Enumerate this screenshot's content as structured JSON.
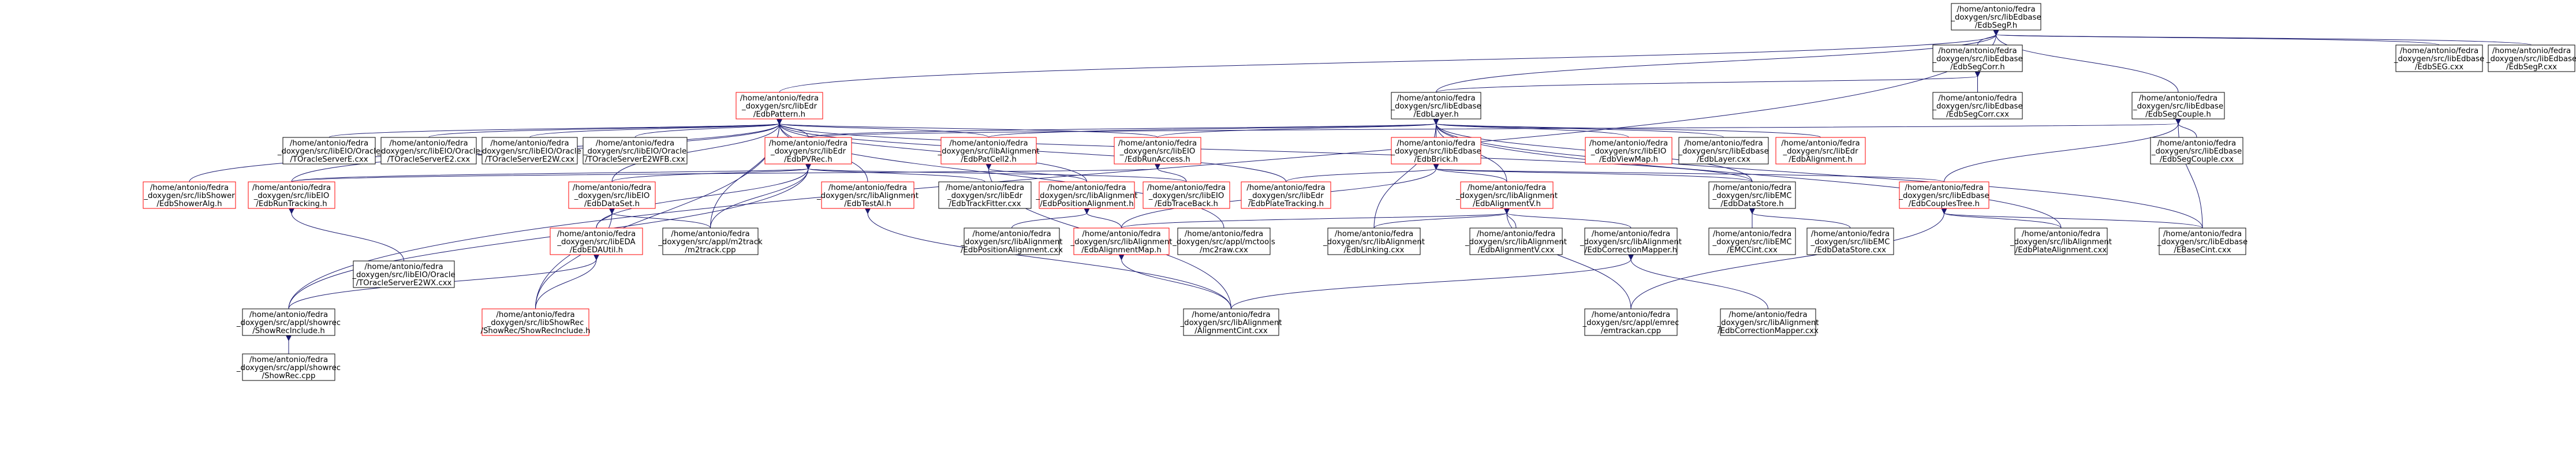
{
  "colors": {
    "edge": "#191970",
    "node_border_normal": "#000000",
    "node_border_truncated": "#ff0000",
    "node_fill_root": "#bfbfbf",
    "node_fill": "#ffffff"
  },
  "nodes": [
    {
      "id": "root",
      "lines": [
        "/home/antonio/fedra",
        "_doxygen/src/libEdbase",
        "/EdbSegP.h"
      ],
      "style": "root"
    },
    {
      "id": "segcorr_h",
      "lines": [
        "/home/antonio/fedra",
        "_doxygen/src/libEdbase",
        "/EdbSegCorr.h"
      ],
      "style": "normal"
    },
    {
      "id": "segcorr_cxx",
      "lines": [
        "/home/antonio/fedra",
        "_doxygen/src/libEdbase",
        "/EdbSegCorr.cxx"
      ],
      "style": "normal"
    },
    {
      "id": "segcouple_h",
      "lines": [
        "/home/antonio/fedra",
        "_doxygen/src/libEdbase",
        "/EdbSegCouple.h"
      ],
      "style": "normal"
    },
    {
      "id": "segcouple_cxx",
      "lines": [
        "/home/antonio/fedra",
        "_doxygen/src/libEdbase",
        "/EdbSegCouple.cxx"
      ],
      "style": "normal"
    },
    {
      "id": "edbseg_cxx",
      "lines": [
        "/home/antonio/fedra",
        "_doxygen/src/libEdbase",
        "/EdbSEG.cxx"
      ],
      "style": "normal"
    },
    {
      "id": "edbsegp_cxx",
      "lines": [
        "/home/antonio/fedra",
        "_doxygen/src/libEdbase",
        "/EdbSegP.cxx"
      ],
      "style": "normal"
    },
    {
      "id": "pattern_h",
      "lines": [
        "/home/antonio/fedra",
        "_doxygen/src/libEdr",
        "/EdbPattern.h"
      ],
      "style": "truncated"
    },
    {
      "id": "layer_h",
      "lines": [
        "/home/antonio/fedra",
        "_doxygen/src/libEdbase",
        "/EdbLayer.h"
      ],
      "style": "normal"
    },
    {
      "id": "oracle_e",
      "lines": [
        "/home/antonio/fedra",
        "_doxygen/src/libEIO/Oracle",
        "/TOracleServerE.cxx"
      ],
      "style": "normal"
    },
    {
      "id": "oracle_e2",
      "lines": [
        "/home/antonio/fedra",
        "_doxygen/src/libEIO/Oracle",
        "/TOracleServerE2.cxx"
      ],
      "style": "normal"
    },
    {
      "id": "oracle_e2w",
      "lines": [
        "/home/antonio/fedra",
        "_doxygen/src/libEIO/Oracle",
        "/TOracleServerE2W.cxx"
      ],
      "style": "normal"
    },
    {
      "id": "oracle_e2wfb",
      "lines": [
        "/home/antonio/fedra",
        "_doxygen/src/libEIO/Oracle",
        "/TOracleServerE2WFB.cxx"
      ],
      "style": "normal"
    },
    {
      "id": "pvrec_h",
      "lines": [
        "/home/antonio/fedra",
        "_doxygen/src/libEdr",
        "/EdbPVRec.h"
      ],
      "style": "truncated"
    },
    {
      "id": "edbpatcell2",
      "lines": [
        "/home/antonio/fedra",
        "_doxygen/src/libAlignment",
        "/EdbPatCell2.h"
      ],
      "style": "truncated"
    },
    {
      "id": "runaccess_h",
      "lines": [
        "/home/antonio/fedra",
        "_doxygen/src/libEIO",
        "/EdbRunAccess.h"
      ],
      "style": "truncated"
    },
    {
      "id": "brick_h",
      "lines": [
        "/home/antonio/fedra",
        "_doxygen/src/libEdbase",
        "/EdbBrick.h"
      ],
      "style": "truncated"
    },
    {
      "id": "viewmap_h",
      "lines": [
        "/home/antonio/fedra",
        "_doxygen/src/libEIO",
        "/EdbViewMap.h"
      ],
      "style": "truncated"
    },
    {
      "id": "layer_cxx",
      "lines": [
        "/home/antonio/fedra",
        "_doxygen/src/libEdbase",
        "/EdbLayer.cxx"
      ],
      "style": "normal"
    },
    {
      "id": "edbalignment_h",
      "lines": [
        "/home/antonio/fedra",
        "_doxygen/src/libEdr",
        "/EdbAlignment.h"
      ],
      "style": "truncated"
    },
    {
      "id": "showeralg_h",
      "lines": [
        "/home/antonio/fedra",
        "_doxygen/src/libShower",
        "/EdbShowerAlg.h"
      ],
      "style": "truncated"
    },
    {
      "id": "runtracking_h",
      "lines": [
        "/home/antonio/fedra",
        "_doxygen/src/libEIO",
        "/EdbRunTracking.h"
      ],
      "style": "truncated"
    },
    {
      "id": "dataset_h",
      "lines": [
        "/home/antonio/fedra",
        "_doxygen/src/libEIO",
        "/EdbDataSet.h"
      ],
      "style": "truncated"
    },
    {
      "id": "testal_h",
      "lines": [
        "/home/antonio/fedra",
        "_doxygen/src/libAlignment",
        "/EdbTestAl.h"
      ],
      "style": "truncated"
    },
    {
      "id": "trackfitter",
      "lines": [
        "/home/antonio/fedra",
        "_doxygen/src/libEdr",
        "/EdbTrackFitter.cxx"
      ],
      "style": "normal"
    },
    {
      "id": "positionalign_h",
      "lines": [
        "/home/antonio/fedra",
        "_doxygen/src/libAlignment",
        "/EdbPositionAlignment.h"
      ],
      "style": "truncated"
    },
    {
      "id": "traceback_h",
      "lines": [
        "/home/antonio/fedra",
        "_doxygen/src/libEIO",
        "/EdbTraceBack.h"
      ],
      "style": "truncated"
    },
    {
      "id": "platetracking_h",
      "lines": [
        "/home/antonio/fedra",
        "_doxygen/src/libEdr",
        "/EdbPlateTracking.h"
      ],
      "style": "truncated"
    },
    {
      "id": "alignmentv_h",
      "lines": [
        "/home/antonio/fedra",
        "_doxygen/src/libAlignment",
        "/EdbAlignmentV.h"
      ],
      "style": "truncated"
    },
    {
      "id": "datastore_h",
      "lines": [
        "/home/antonio/fedra",
        "_doxygen/src/libEMC",
        "/EdbDataStore.h"
      ],
      "style": "normal"
    },
    {
      "id": "couplestree_h",
      "lines": [
        "/home/antonio/fedra",
        "_doxygen/src/libEdbase",
        "/EdbCouplesTree.h"
      ],
      "style": "truncated"
    },
    {
      "id": "edbautil_h",
      "lines": [
        "/home/antonio/fedra",
        "_doxygen/src/libEDA",
        "/EdbEDAUtil.h"
      ],
      "style": "truncated"
    },
    {
      "id": "m2track",
      "lines": [
        "/home/antonio/fedra",
        "_doxygen/src/appl/m2track",
        "/m2track.cpp"
      ],
      "style": "normal"
    },
    {
      "id": "positionalign_cxx",
      "lines": [
        "/home/antonio/fedra",
        "_doxygen/src/libAlignment",
        "/EdbPositionAlignment.cxx"
      ],
      "style": "normal"
    },
    {
      "id": "alignmentmap_h",
      "lines": [
        "/home/antonio/fedra",
        "_doxygen/src/libAlignment",
        "/EdbAlignmentMap.h"
      ],
      "style": "truncated"
    },
    {
      "id": "mc2raw",
      "lines": [
        "/home/antonio/fedra",
        "_doxygen/src/appl/mctools",
        "/mc2raw.cxx"
      ],
      "style": "normal"
    },
    {
      "id": "edblinking",
      "lines": [
        "/home/antonio/fedra",
        "_doxygen/src/libAlignment",
        "/EdbLinking.cxx"
      ],
      "style": "normal"
    },
    {
      "id": "alignmentv_cxx",
      "lines": [
        "/home/antonio/fedra",
        "_doxygen/src/libAlignment",
        "/EdbAlignmentV.cxx"
      ],
      "style": "normal"
    },
    {
      "id": "corrmapper_h",
      "lines": [
        "/home/antonio/fedra",
        "_doxygen/src/libAlignment",
        "/EdbCorrectionMapper.h"
      ],
      "style": "normal"
    },
    {
      "id": "emccint",
      "lines": [
        "/home/antonio/fedra",
        "_doxygen/src/libEMC",
        "/EMCCint.cxx"
      ],
      "style": "normal"
    },
    {
      "id": "datastore_cxx",
      "lines": [
        "/home/antonio/fedra",
        "_doxygen/src/libEMC",
        "/EdbDataStore.cxx"
      ],
      "style": "normal"
    },
    {
      "id": "platealign",
      "lines": [
        "/home/antonio/fedra",
        "_doxygen/src/libAlignment",
        "/EdbPlateAlignment.cxx"
      ],
      "style": "normal"
    },
    {
      "id": "basecint",
      "lines": [
        "/home/antonio/fedra",
        "_doxygen/src/libEdbase",
        "/EBaseCint.cxx"
      ],
      "style": "normal"
    },
    {
      "id": "oracle_e2wx",
      "lines": [
        "/home/antonio/fedra",
        "_doxygen/src/libEIO/Oracle",
        "/TOracleServerE2WX.cxx"
      ],
      "style": "normal"
    },
    {
      "id": "showrecinclude",
      "lines": [
        "/home/antonio/fedra",
        "_doxygen/src/appl/showrec",
        "/ShowRecInclude.h"
      ],
      "style": "normal"
    },
    {
      "id": "showrec_inc",
      "lines": [
        "/home/antonio/fedra",
        "_doxygen/src/libShowRec",
        "/ShowRec/ShowRecInclude.h"
      ],
      "style": "truncated"
    },
    {
      "id": "aligncint",
      "lines": [
        "/home/antonio/fedra",
        "_doxygen/src/libAlignment",
        "/AlignmentCint.cxx"
      ],
      "style": "normal"
    },
    {
      "id": "emtrackan",
      "lines": [
        "/home/antonio/fedra",
        "_doxygen/src/appl/emrec",
        "/emtrackan.cpp"
      ],
      "style": "normal"
    },
    {
      "id": "corrmapper_cxx",
      "lines": [
        "/home/antonio/fedra",
        "_doxygen/src/libAlignment",
        "/EdbCorrectionMapper.cxx"
      ],
      "style": "normal"
    },
    {
      "id": "showrec_cpp",
      "lines": [
        "/home/antonio/fedra",
        "_doxygen/src/appl/showrec",
        "/ShowRec.cpp"
      ],
      "style": "normal"
    }
  ]
}
